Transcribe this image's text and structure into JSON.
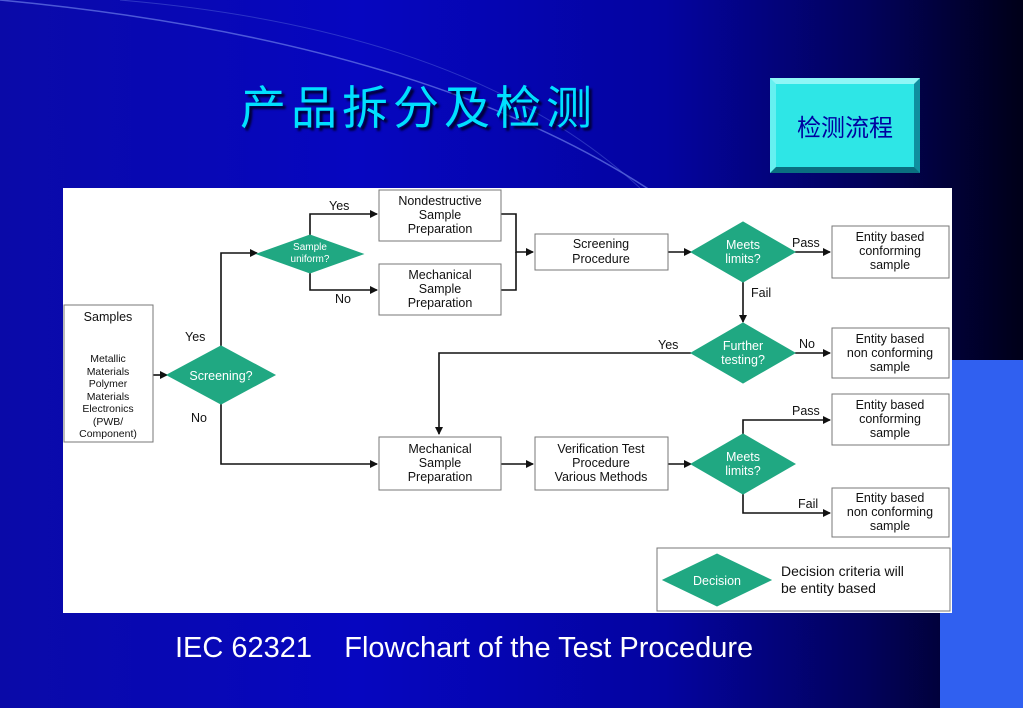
{
  "slide": {
    "title": "产品拆分及检测",
    "nav_button": "检测流程",
    "caption": "IEC 62321    Flowchart of the Test Procedure"
  },
  "colors": {
    "background_left": "#0a0aa8",
    "background_right": "#000018",
    "title": "#00e0ff",
    "nav_button": "#2ee6e6",
    "diamond": "#20a882",
    "accent_bar": "#3060f0"
  },
  "flowchart": {
    "samples": {
      "title": "Samples",
      "items": [
        "Metallic",
        "Materials",
        "Polymer",
        "Materials",
        "Electronics",
        "(PWB/",
        "Component)"
      ]
    },
    "screening_decision": "Screening?",
    "yes_label": "Yes",
    "no_label": "No",
    "sample_uniform": [
      "Sample",
      "uniform?"
    ],
    "nondestructive_prep": [
      "Nondestructive",
      "Sample",
      "Preparation"
    ],
    "mechanical_prep_top": [
      "Mechanical",
      "Sample",
      "Preparation"
    ],
    "screening_procedure": [
      "Screening",
      "Procedure"
    ],
    "meets_limits_top": [
      "Meets",
      "limits?"
    ],
    "pass_label": "Pass",
    "fail_label": "Fail",
    "entity_conforming_top": [
      "Entity based",
      "conforming",
      "sample"
    ],
    "further_testing": [
      "Further",
      "testing?"
    ],
    "entity_nonconforming_mid": [
      "Entity based",
      "non conforming",
      "sample"
    ],
    "mechanical_prep_bottom": [
      "Mechanical",
      "Sample",
      "Preparation"
    ],
    "verification": [
      "Verification Test",
      "Procedure",
      "Various Methods"
    ],
    "meets_limits_bottom": [
      "Meets",
      "limits?"
    ],
    "entity_conforming_bottom": [
      "Entity based",
      "conforming",
      "sample"
    ],
    "entity_nonconforming_bottom": [
      "Entity based",
      "non conforming",
      "sample"
    ],
    "legend": {
      "decision": "Decision",
      "text": [
        "Decision criteria will",
        "be entity based"
      ]
    }
  }
}
